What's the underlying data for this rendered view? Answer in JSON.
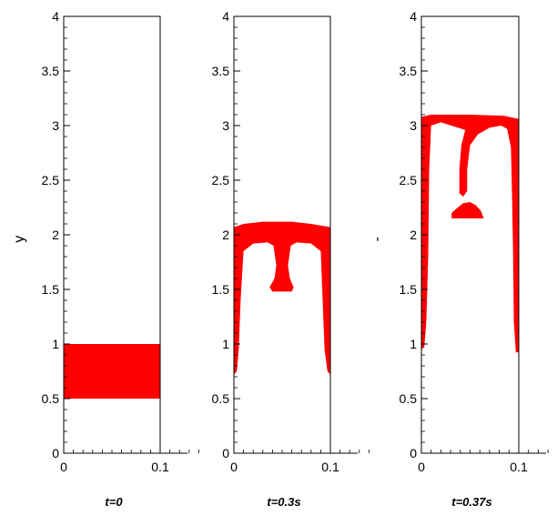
{
  "chart_data": [
    {
      "type": "area",
      "caption": "t=0",
      "ylabel": "y",
      "xlim": [
        0,
        0.1
      ],
      "ylim": [
        0,
        4
      ],
      "x_ticks": [
        "0",
        "0.1"
      ],
      "y_ticks": [
        "0",
        "0.5",
        "1",
        "1.5",
        "2",
        "2.5",
        "3",
        "3.5",
        "4"
      ],
      "fluid_color": "#ff0000",
      "fluid_regions": [
        [
          [
            0,
            0.5
          ],
          [
            0.1,
            0.5
          ],
          [
            0.1,
            1.0
          ],
          [
            0,
            1.0
          ]
        ]
      ]
    },
    {
      "type": "area",
      "caption": "t=0.3s",
      "ylabel": "",
      "xlim": [
        0,
        0.1
      ],
      "ylim": [
        0,
        4
      ],
      "x_ticks": [
        "0",
        "0.1"
      ],
      "y_ticks": [
        "0",
        "0.5",
        "1",
        "1.5",
        "2",
        "2.5",
        "3",
        "3.5",
        "4"
      ],
      "fluid_color": "#ff0000",
      "fluid_regions": [
        [
          [
            0,
            2.07
          ],
          [
            0.01,
            2.1
          ],
          [
            0.03,
            2.12
          ],
          [
            0.06,
            2.12
          ],
          [
            0.08,
            2.1
          ],
          [
            0.1,
            2.07
          ],
          [
            0.1,
            0.72
          ],
          [
            0.097,
            0.75
          ],
          [
            0.094,
            0.95
          ],
          [
            0.092,
            1.4
          ],
          [
            0.09,
            1.85
          ],
          [
            0.08,
            1.92
          ],
          [
            0.065,
            1.93
          ],
          [
            0.059,
            1.9
          ],
          [
            0.056,
            1.72
          ],
          [
            0.058,
            1.6
          ],
          [
            0.062,
            1.52
          ],
          [
            0.06,
            1.48
          ],
          [
            0.04,
            1.48
          ],
          [
            0.037,
            1.52
          ],
          [
            0.042,
            1.6
          ],
          [
            0.044,
            1.72
          ],
          [
            0.041,
            1.9
          ],
          [
            0.035,
            1.93
          ],
          [
            0.02,
            1.92
          ],
          [
            0.01,
            1.85
          ],
          [
            0.007,
            1.4
          ],
          [
            0.005,
            0.95
          ],
          [
            0.003,
            0.75
          ],
          [
            0,
            0.72
          ]
        ]
      ]
    },
    {
      "type": "area",
      "caption": "t=0.37s",
      "ylabel": "-",
      "xlim": [
        0,
        0.1
      ],
      "ylim": [
        0,
        4
      ],
      "x_ticks": [
        "0",
        "0.1"
      ],
      "y_ticks": [
        "0",
        "0.5",
        "1",
        "1.5",
        "2",
        "2.5",
        "3",
        "3.5",
        "4"
      ],
      "fluid_color": "#ff0000",
      "fluid_regions": [
        [
          [
            0,
            3.08
          ],
          [
            0.01,
            3.1
          ],
          [
            0.05,
            3.1
          ],
          [
            0.085,
            3.09
          ],
          [
            0.1,
            3.06
          ],
          [
            0.1,
            0.93
          ],
          [
            0.097,
            0.92
          ],
          [
            0.095,
            1.2
          ],
          [
            0.094,
            1.9
          ],
          [
            0.093,
            2.4
          ],
          [
            0.092,
            2.8
          ],
          [
            0.088,
            2.97
          ],
          [
            0.082,
            3.0
          ],
          [
            0.07,
            2.98
          ],
          [
            0.058,
            2.92
          ],
          [
            0.05,
            2.82
          ],
          [
            0.047,
            2.6
          ],
          [
            0.047,
            2.4
          ],
          [
            0.043,
            2.35
          ],
          [
            0.039,
            2.38
          ],
          [
            0.039,
            2.6
          ],
          [
            0.041,
            2.82
          ],
          [
            0.045,
            2.96
          ],
          [
            0.02,
            3.03
          ],
          [
            0.01,
            3.0
          ],
          [
            0.008,
            2.6
          ],
          [
            0.007,
            1.8
          ],
          [
            0.005,
            1.2
          ],
          [
            0.003,
            0.97
          ],
          [
            0,
            0.95
          ]
        ],
        [
          [
            0.031,
            2.15
          ],
          [
            0.064,
            2.15
          ],
          [
            0.061,
            2.22
          ],
          [
            0.056,
            2.27
          ],
          [
            0.05,
            2.3
          ],
          [
            0.043,
            2.29
          ],
          [
            0.036,
            2.24
          ],
          [
            0.031,
            2.2
          ]
        ]
      ]
    }
  ]
}
